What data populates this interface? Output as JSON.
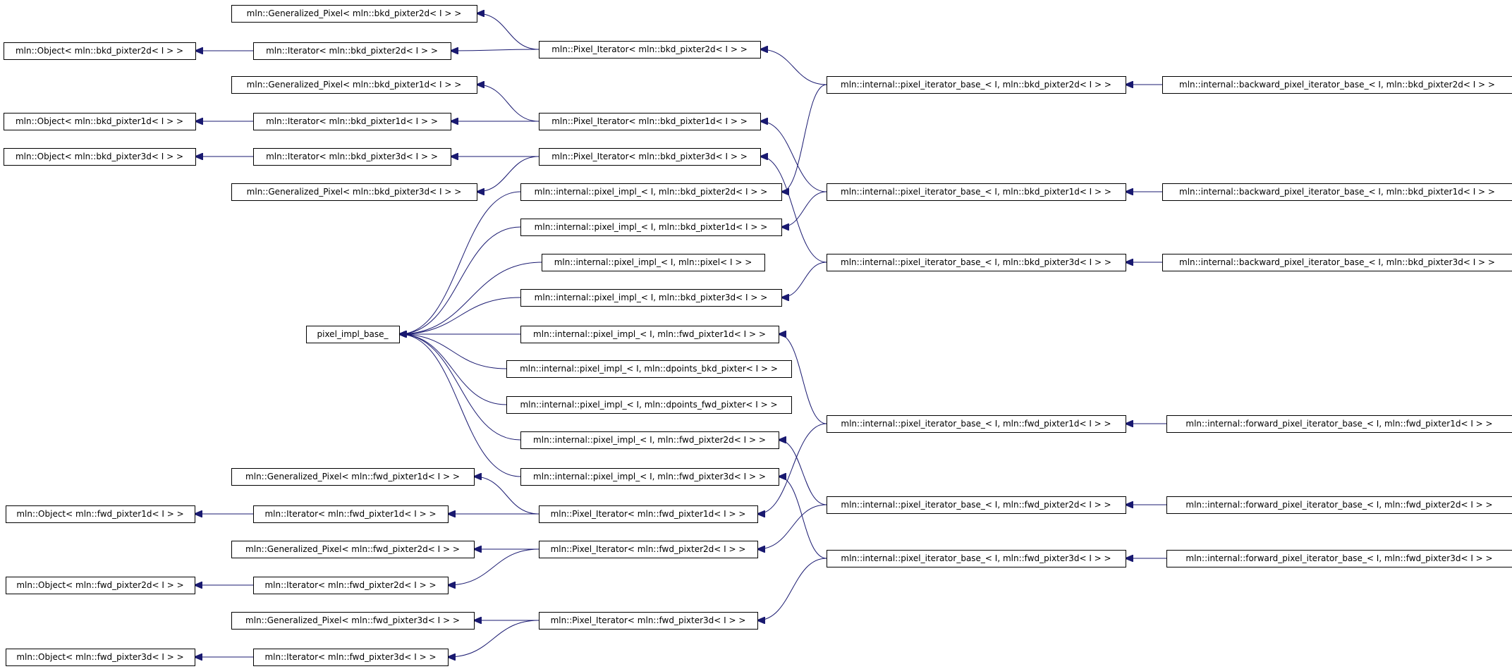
{
  "nodes": {
    "obj_bkd2d": "mln::Object< mln::bkd_pixter2d< I > >",
    "gen_bkd2d": "mln::Generalized_Pixel< mln::bkd_pixter2d< I > >",
    "it_bkd2d": "mln::Iterator< mln::bkd_pixter2d< I > >",
    "pit_bkd2d": "mln::Pixel_Iterator< mln::bkd_pixter2d< I > >",
    "pib_bkd2d": "mln::internal::pixel_iterator_base_< I, mln::bkd_pixter2d< I > >",
    "bwd_bkd2d": "mln::internal::backward_pixel_iterator_base_< I, mln::bkd_pixter2d< I > >",
    "gen_bkd1d": "mln::Generalized_Pixel< mln::bkd_pixter1d< I > >",
    "obj_bkd1d": "mln::Object< mln::bkd_pixter1d< I > >",
    "it_bkd1d": "mln::Iterator< mln::bkd_pixter1d< I > >",
    "pit_bkd1d": "mln::Pixel_Iterator< mln::bkd_pixter1d< I > >",
    "obj_bkd3d": "mln::Object< mln::bkd_pixter3d< I > >",
    "it_bkd3d": "mln::Iterator< mln::bkd_pixter3d< I > >",
    "pit_bkd3d": "mln::Pixel_Iterator< mln::bkd_pixter3d< I > >",
    "gen_bkd3d": "mln::Generalized_Pixel< mln::bkd_pixter3d< I > >",
    "impl_bkd2d": "mln::internal::pixel_impl_< I, mln::bkd_pixter2d< I > >",
    "pib_bkd1d": "mln::internal::pixel_iterator_base_< I, mln::bkd_pixter1d< I > >",
    "bwd_bkd1d": "mln::internal::backward_pixel_iterator_base_< I, mln::bkd_pixter1d< I > >",
    "impl_bkd1d": "mln::internal::pixel_impl_< I, mln::bkd_pixter1d< I > >",
    "impl_pixel": "mln::internal::pixel_impl_< I, mln::pixel< I > >",
    "pib_bkd3d": "mln::internal::pixel_iterator_base_< I, mln::bkd_pixter3d< I > >",
    "bwd_bkd3d": "mln::internal::backward_pixel_iterator_base_< I, mln::bkd_pixter3d< I > >",
    "impl_bkd3d": "mln::internal::pixel_impl_< I, mln::bkd_pixter3d< I > >",
    "pixel_impl_base": "pixel_impl_base_",
    "impl_fwd1d": "mln::internal::pixel_impl_< I, mln::fwd_pixter1d< I > >",
    "impl_dpbkd": "mln::internal::pixel_impl_< I, mln::dpoints_bkd_pixter< I > >",
    "impl_dpfwd": "mln::internal::pixel_impl_< I, mln::dpoints_fwd_pixter< I > >",
    "pib_fwd1d": "mln::internal::pixel_iterator_base_< I, mln::fwd_pixter1d< I > >",
    "fwd_fwd1d": "mln::internal::forward_pixel_iterator_base_< I, mln::fwd_pixter1d< I > >",
    "impl_fwd2d": "mln::internal::pixel_impl_< I, mln::fwd_pixter2d< I > >",
    "gen_fwd1d": "mln::Generalized_Pixel< mln::fwd_pixter1d< I > >",
    "impl_fwd3d": "mln::internal::pixel_impl_< I, mln::fwd_pixter3d< I > >",
    "pib_fwd2d": "mln::internal::pixel_iterator_base_< I, mln::fwd_pixter2d< I > >",
    "fwd_fwd2d": "mln::internal::forward_pixel_iterator_base_< I, mln::fwd_pixter2d< I > >",
    "obj_fwd1d": "mln::Object< mln::fwd_pixter1d< I > >",
    "it_fwd1d": "mln::Iterator< mln::fwd_pixter1d< I > >",
    "pit_fwd1d": "mln::Pixel_Iterator< mln::fwd_pixter1d< I > >",
    "gen_fwd2d": "mln::Generalized_Pixel< mln::fwd_pixter2d< I > >",
    "pit_fwd2d": "mln::Pixel_Iterator< mln::fwd_pixter2d< I > >",
    "pib_fwd3d": "mln::internal::pixel_iterator_base_< I, mln::fwd_pixter3d< I > >",
    "fwd_fwd3d": "mln::internal::forward_pixel_iterator_base_< I, mln::fwd_pixter3d< I > >",
    "obj_fwd2d": "mln::Object< mln::fwd_pixter2d< I > >",
    "it_fwd2d": "mln::Iterator< mln::fwd_pixter2d< I > >",
    "gen_fwd3d": "mln::Generalized_Pixel< mln::fwd_pixter3d< I > >",
    "pit_fwd3d": "mln::Pixel_Iterator< mln::fwd_pixter3d< I > >",
    "obj_fwd3d": "mln::Object< mln::fwd_pixter3d< I > >",
    "it_fwd3d": "mln::Iterator< mln::fwd_pixter3d< I > >"
  },
  "edges": [
    [
      "pit_bkd2d",
      "gen_bkd2d"
    ],
    [
      "pit_bkd2d",
      "it_bkd2d"
    ],
    [
      "it_bkd2d",
      "obj_bkd2d"
    ],
    [
      "pib_bkd2d",
      "pit_bkd2d"
    ],
    [
      "bwd_bkd2d",
      "pib_bkd2d"
    ],
    [
      "pib_bkd2d",
      "impl_bkd2d"
    ],
    [
      "pit_bkd1d",
      "gen_bkd1d"
    ],
    [
      "pit_bkd1d",
      "it_bkd1d"
    ],
    [
      "it_bkd1d",
      "obj_bkd1d"
    ],
    [
      "pib_bkd1d",
      "pit_bkd1d"
    ],
    [
      "bwd_bkd1d",
      "pib_bkd1d"
    ],
    [
      "pib_bkd1d",
      "impl_bkd1d"
    ],
    [
      "pit_bkd3d",
      "gen_bkd3d"
    ],
    [
      "pit_bkd3d",
      "it_bkd3d"
    ],
    [
      "it_bkd3d",
      "obj_bkd3d"
    ],
    [
      "pib_bkd3d",
      "pit_bkd3d"
    ],
    [
      "bwd_bkd3d",
      "pib_bkd3d"
    ],
    [
      "pib_bkd3d",
      "impl_bkd3d"
    ],
    [
      "impl_bkd2d",
      "pixel_impl_base"
    ],
    [
      "impl_bkd1d",
      "pixel_impl_base"
    ],
    [
      "impl_pixel",
      "pixel_impl_base"
    ],
    [
      "impl_bkd3d",
      "pixel_impl_base"
    ],
    [
      "impl_fwd1d",
      "pixel_impl_base"
    ],
    [
      "impl_dpbkd",
      "pixel_impl_base"
    ],
    [
      "impl_dpfwd",
      "pixel_impl_base"
    ],
    [
      "impl_fwd2d",
      "pixel_impl_base"
    ],
    [
      "impl_fwd3d",
      "pixel_impl_base"
    ],
    [
      "pib_fwd1d",
      "impl_fwd1d"
    ],
    [
      "fwd_fwd1d",
      "pib_fwd1d"
    ],
    [
      "pib_fwd1d",
      "pit_fwd1d"
    ],
    [
      "pib_fwd2d",
      "impl_fwd2d"
    ],
    [
      "fwd_fwd2d",
      "pib_fwd2d"
    ],
    [
      "pib_fwd2d",
      "pit_fwd2d"
    ],
    [
      "pib_fwd3d",
      "impl_fwd3d"
    ],
    [
      "fwd_fwd3d",
      "pib_fwd3d"
    ],
    [
      "pib_fwd3d",
      "pit_fwd3d"
    ],
    [
      "pit_fwd1d",
      "gen_fwd1d"
    ],
    [
      "pit_fwd1d",
      "it_fwd1d"
    ],
    [
      "it_fwd1d",
      "obj_fwd1d"
    ],
    [
      "pit_fwd2d",
      "gen_fwd2d"
    ],
    [
      "pit_fwd2d",
      "it_fwd2d"
    ],
    [
      "it_fwd2d",
      "obj_fwd2d"
    ],
    [
      "pit_fwd3d",
      "gen_fwd3d"
    ],
    [
      "pit_fwd3d",
      "it_fwd3d"
    ],
    [
      "it_fwd3d",
      "obj_fwd3d"
    ]
  ]
}
